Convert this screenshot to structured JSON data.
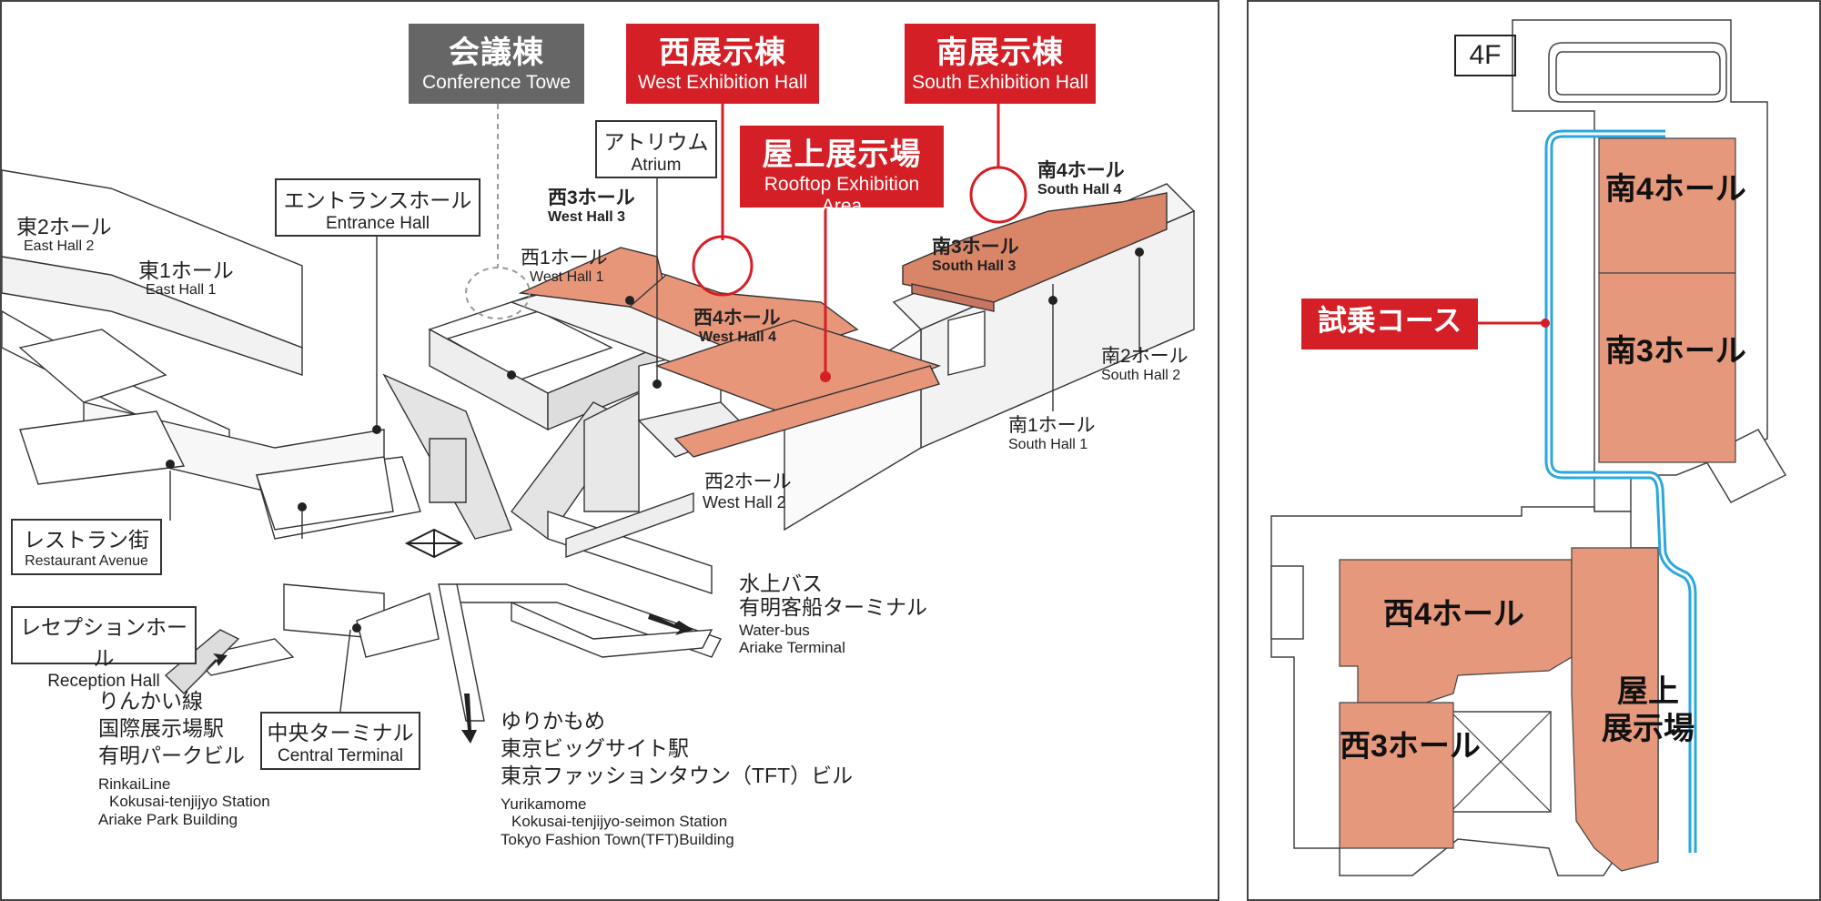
{
  "left": {
    "header_labels": [
      {
        "ja": "会議棟",
        "en": "Conference Towe"
      },
      {
        "ja": "西展示棟",
        "en": "West Exhibition Hall"
      },
      {
        "ja": "南展示棟",
        "en": "South  Exhibition Hall"
      },
      {
        "ja": "屋上展示場",
        "en": "Rooftop Exhibition Area"
      }
    ],
    "atrium": {
      "ja": "アトリウム",
      "en": "Atrium"
    },
    "entrance_hall": {
      "ja": "エントランスホール",
      "en": "Entrance Hall"
    },
    "east_hall_2": {
      "ja": "東2ホール",
      "en": "East Hall 2"
    },
    "east_hall_1": {
      "ja": "東1ホール",
      "en": "East Hall 1"
    },
    "west_hall_3": {
      "ja": "西3ホール",
      "en": "West Hall 3"
    },
    "west_hall_1": {
      "ja": "西1ホール",
      "en": "West Hall 1"
    },
    "west_hall_4": {
      "ja": "西4ホール",
      "en": "West Hall 4"
    },
    "west_hall_2": {
      "ja": "西2ホール",
      "en": "West Hall 2"
    },
    "south_hall_4": {
      "ja": "南4ホール",
      "en": "South Hall 4"
    },
    "south_hall_3": {
      "ja": "南3ホール",
      "en": "South Hall 3"
    },
    "south_hall_2": {
      "ja": "南2ホール",
      "en": "South Hall 2"
    },
    "south_hall_1": {
      "ja": "南1ホール",
      "en": "South Hall 1"
    },
    "restaurant_avenue": {
      "ja": "レストラン街",
      "en": "Restaurant Avenue"
    },
    "reception_hall": {
      "ja": "レセプションホール",
      "en": "Reception Hall"
    },
    "central_terminal": {
      "ja": "中央ターミナル",
      "en": "Central Terminal"
    },
    "water_bus": {
      "ja1": "水上バス",
      "ja2": "有明客船ターミナル",
      "en1": "Water-bus",
      "en2": "Ariake Terminal"
    },
    "rinkai": {
      "ja1": "りんかい線",
      "ja2": "国際展示場駅",
      "ja3": "有明パークビル",
      "en1": "RinkaiLine",
      "en2": "Kokusai-tenjijyo Station",
      "en3": "Ariake Park Building"
    },
    "yurikamome": {
      "ja1": "ゆりかもめ",
      "ja2": "東京ビッグサイト駅",
      "ja3": "東京ファッションタウン（TFT）ビル",
      "en1": "Yurikamome",
      "en2": "Kokusai-tenjijyo-seimon Station",
      "en3": "Tokyo Fashion Town(TFT)Building"
    }
  },
  "right": {
    "floor": "4F",
    "course_label": "試乗コース",
    "halls": {
      "south4": "南4ホール",
      "south3": "南3ホール",
      "west4": "西4ホール",
      "west3": "西3ホール",
      "rooftop_line1": "屋上",
      "rooftop_line2": "展示場"
    }
  },
  "colors": {
    "hall_fill": "#e8967a",
    "hall_fill_plan": "#e5987b",
    "accent_red": "#d51f26",
    "conference_gray": "#666666",
    "course_blue": "#2aa7dd"
  }
}
